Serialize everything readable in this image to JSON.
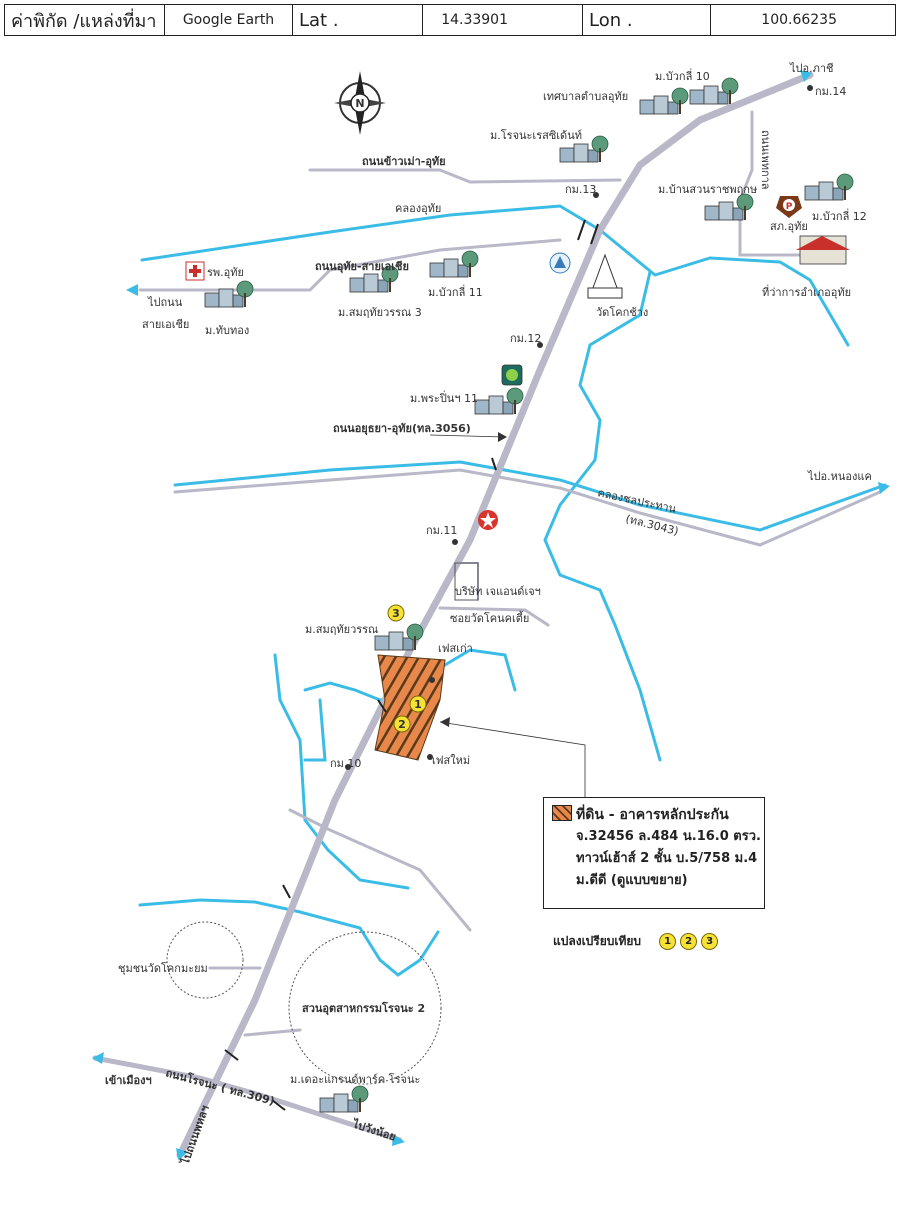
{
  "header": {
    "source_label": "ค่าพิกัด /แหล่งที่มา",
    "source_value": "Google Earth",
    "lat_label": "Lat .",
    "lat_value": "14.33901",
    "lon_label": "Lon .",
    "lon_value": "100.66235"
  },
  "colors": {
    "road": "#b8b8c8",
    "canal": "#3bbce6",
    "plot_fill": "#e8884a",
    "plot_stripe": "#5a3a1a",
    "marker_yellow": "#f6e234"
  },
  "labels": {
    "to_phachi": "ไปอ.ภาชี",
    "km14": "กม.14",
    "mb_bualee10": "ม.บัวกลี่ 10",
    "municipality": "เทศบาลตำบลอุทัย",
    "rojana_residence": "ม.โรจนะเรสซิเด้นท์",
    "road_kaomao": "ถนนข้าวเม่า-อุทัย",
    "road_phetkarn": "ถนนเพทกาล",
    "km13": "กม.13",
    "mb_suanratchaphruek": "ม.บ้านสวนราชพฤกษ",
    "mb_bualee12": "ม.บัวกลี่ 12",
    "police": "สภ.อุทัย",
    "canal_uthai": "คลองอุทัย",
    "road_uthai_asia": "ถนนอุทัย-สายเอเชีย",
    "hospital": "รพ.อุทัย",
    "mb_bualee11": "ม.บัวกลี่ 11",
    "district_office": "ที่ว่าการอำเภออุทัย",
    "to_asia_road": "ไปถนน",
    "to_asia_road2": "สายเอเชีย",
    "mb_thabthong": "ม.ทับทอง",
    "mb_somruthaiwan3": "ม.สมฤทัยวรรณ 3",
    "wat_khokchang": "วัดโคกช้าง",
    "km12": "กม.12",
    "mb_phrapimaa11": "ม.พระปิ่นฯ 11",
    "road_ayutthaya_uthai": "ถนนอยุธยา-อุทัย(ทล.3056)",
    "to_nongkae": "ไปอ.หนองแค",
    "canal_cholprathan": "คลองชลประทาน",
    "hwy3043": "(ทล.3043)",
    "km11": "กม.11",
    "company": "บริษัท เจแอนด์เจฯ",
    "soi_wat": "ซอยวัดโคนคเตี้ย",
    "mb_somruthaiwan": "ม.สมฤทัยวรรณ",
    "old_phase": "เฟสเก่า",
    "new_phase": "เฟสใหม่",
    "km10": "กม.10",
    "community": "ชุมชนวัดโคกมะยม",
    "industrial_park": "สวนอุตสาหกรรมโรจนะ 2",
    "to_city": "เข้าเมืองฯ",
    "road_rojana": "ถนนโรจนะ ( ทล.309)",
    "grand_park": "ม.เดอะแกรนด์พาร์ค โรจนะ",
    "to_wangnoi": "ไปวังน้อย",
    "to_phahonyothin": "ไปถนนพหลฯ",
    "north": "N",
    "marker1": "1",
    "marker2": "2",
    "marker3": "3"
  },
  "legend": {
    "title": "ที่ดิน - อาคารหลักประกัน",
    "line1": "จ.32456 ล.484 น.16.0 ตรว.",
    "line2": "ทาวน์เฮ้าส์ 2 ชั้น บ.5/758 ม.4",
    "line3": "ม.ดีดี (ดูแบบขยาย)"
  },
  "compare": {
    "label": "แปลงเปรียบเทียบ",
    "m1": "1",
    "m2": "2",
    "m3": "3"
  }
}
